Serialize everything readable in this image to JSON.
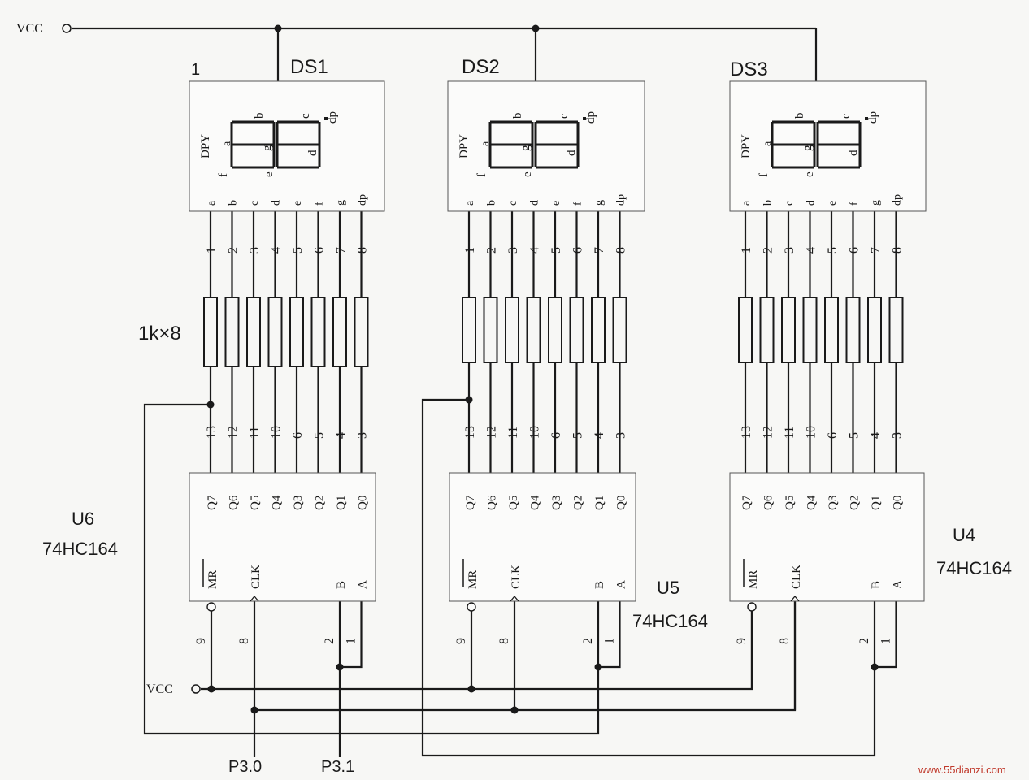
{
  "title_fragment": "1",
  "vcc_top": "VCC",
  "vcc_bottom": "VCC",
  "resistor_label": "1k×8",
  "displays": [
    {
      "name": "DS1",
      "type": "DPY"
    },
    {
      "name": "DS2",
      "type": "DPY"
    },
    {
      "name": "DS3",
      "type": "DPY"
    }
  ],
  "segment_letters": [
    "a",
    "b",
    "c",
    "d",
    "e",
    "f",
    "g",
    "dp"
  ],
  "display_pin_numbers": [
    "1",
    "2",
    "3",
    "4",
    "5",
    "6",
    "7",
    "8"
  ],
  "register_pin_numbers": [
    "13",
    "12",
    "11",
    "10",
    "6",
    "5",
    "4",
    "3"
  ],
  "register_outputs": [
    "Q7",
    "Q6",
    "Q5",
    "Q4",
    "Q3",
    "Q2",
    "Q1",
    "Q0"
  ],
  "registers": [
    {
      "ref": "U6",
      "part": "74HC164"
    },
    {
      "ref": "U5",
      "part": "74HC164"
    },
    {
      "ref": "U4",
      "part": "74HC164"
    }
  ],
  "control_pins": {
    "mr": "MR",
    "clk": "CLK",
    "b": "B",
    "a": "A",
    "mr_num": "9",
    "clk_num": "8",
    "b_num": "2",
    "a_num": "1"
  },
  "ports": {
    "clock": "P3.0",
    "data": "P3.1"
  },
  "watermark": "www.55dianzi.com",
  "colors": {
    "ink": "#1a1a1a",
    "box_border": "#555555",
    "watermark": "#c0392b"
  }
}
